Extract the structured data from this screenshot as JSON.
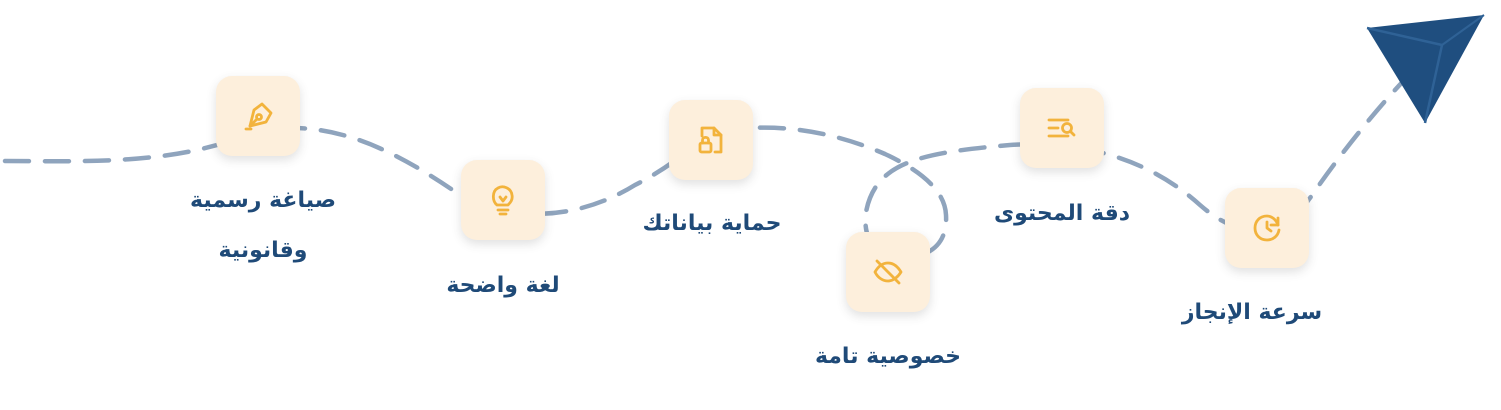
{
  "colors": {
    "route_line": "#8fa4bd",
    "plane": "#1f4e7f",
    "icon_tile": "#fdefdc",
    "icon_stroke": "#f2b33c",
    "label_text": "#1f4a78"
  },
  "route": {
    "style": "dashed",
    "end_marker": "paper-plane-icon"
  },
  "features": [
    {
      "icon": "pen-nib-icon",
      "label": "صياغة رسمية\nوقانونية"
    },
    {
      "icon": "lightbulb-icon",
      "label": "لغة واضحة"
    },
    {
      "icon": "file-lock-icon",
      "label": "حماية بياناتك"
    },
    {
      "icon": "eye-off-icon",
      "label": "خصوصية تامة"
    },
    {
      "icon": "text-search-icon",
      "label": "دقة المحتوى"
    },
    {
      "icon": "clock-arrow-icon",
      "label": "سرعة الإنجاز"
    }
  ]
}
